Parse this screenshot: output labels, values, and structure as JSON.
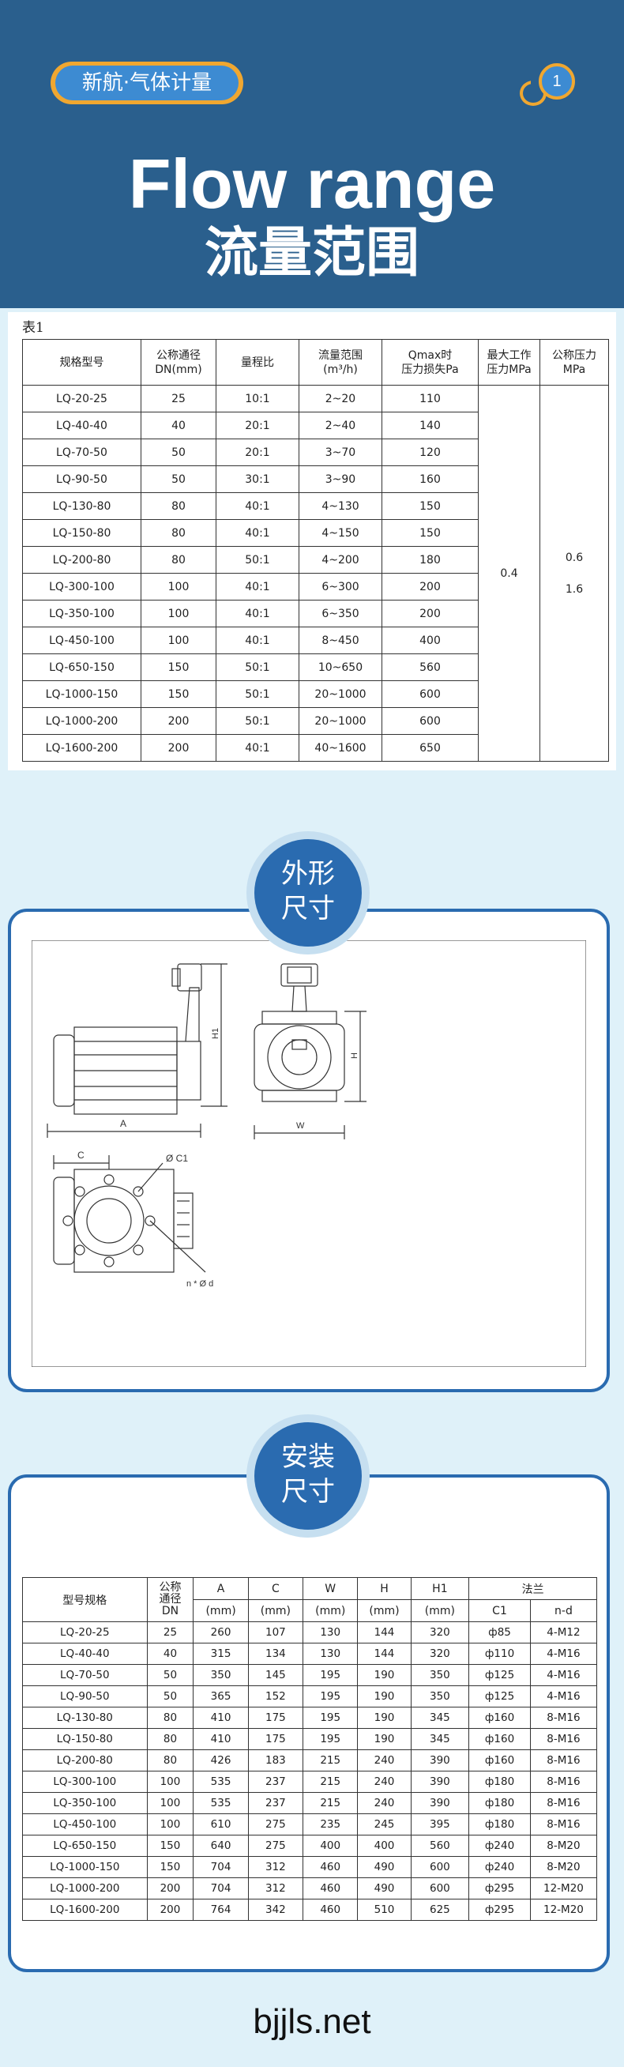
{
  "header": {
    "brand": "新航·气体计量",
    "page_number": "1",
    "title": "Flow range",
    "subtitle": "流量范围"
  },
  "table1": {
    "caption": "表1",
    "headers": [
      "规格型号",
      "公称通径\nDN(mm)",
      "量程比",
      "流量范围\n(m³/h)",
      "Qmax时\n压力损失Pa",
      "最大工作\n压力MPa",
      "公称压力\nMPa"
    ],
    "rows": [
      [
        "LQ-20-25",
        "25",
        "10:1",
        "2~20",
        "110"
      ],
      [
        "LQ-40-40",
        "40",
        "20:1",
        "2~40",
        "140"
      ],
      [
        "LQ-70-50",
        "50",
        "20:1",
        "3~70",
        "120"
      ],
      [
        "LQ-90-50",
        "50",
        "30:1",
        "3~90",
        "160"
      ],
      [
        "LQ-130-80",
        "80",
        "40:1",
        "4~130",
        "150"
      ],
      [
        "LQ-150-80",
        "80",
        "40:1",
        "4~150",
        "150"
      ],
      [
        "LQ-200-80",
        "80",
        "50:1",
        "4~200",
        "180"
      ],
      [
        "LQ-300-100",
        "100",
        "40:1",
        "6~300",
        "200"
      ],
      [
        "LQ-350-100",
        "100",
        "40:1",
        "6~350",
        "200"
      ],
      [
        "LQ-450-100",
        "100",
        "40:1",
        "8~450",
        "400"
      ],
      [
        "LQ-650-150",
        "150",
        "50:1",
        "10~650",
        "560"
      ],
      [
        "LQ-1000-150",
        "150",
        "50:1",
        "20~1000",
        "600"
      ],
      [
        "LQ-1000-200",
        "200",
        "50:1",
        "20~1000",
        "600"
      ],
      [
        "LQ-1600-200",
        "200",
        "40:1",
        "40~1600",
        "650"
      ]
    ],
    "max_pressure": "0.4",
    "nominal_pressure": [
      "0.6",
      "1.6"
    ]
  },
  "section2": {
    "badge": [
      "外形",
      "尺寸"
    ],
    "drawing_labels": {
      "A": "A",
      "H1": "H1",
      "H": "H",
      "W": "W",
      "C": "C",
      "C1": "Ø C1",
      "nd": "n * Ø d"
    }
  },
  "section3": {
    "badge": [
      "安装",
      "尺寸"
    ]
  },
  "table2": {
    "headers": {
      "model": "型号规格",
      "dn": "公称\n通径\nDN",
      "A": "A",
      "C": "C",
      "W": "W",
      "H": "H",
      "H1": "H1",
      "flange": "法兰",
      "unit": "(mm)",
      "c1": "C1",
      "nd": "n-d"
    },
    "rows": [
      [
        "LQ-20-25",
        "25",
        "260",
        "107",
        "130",
        "144",
        "320",
        "ф85",
        "4-M12"
      ],
      [
        "LQ-40-40",
        "40",
        "315",
        "134",
        "130",
        "144",
        "320",
        "ф110",
        "4-M16"
      ],
      [
        "LQ-70-50",
        "50",
        "350",
        "145",
        "195",
        "190",
        "350",
        "ф125",
        "4-M16"
      ],
      [
        "LQ-90-50",
        "50",
        "365",
        "152",
        "195",
        "190",
        "350",
        "ф125",
        "4-M16"
      ],
      [
        "LQ-130-80",
        "80",
        "410",
        "175",
        "195",
        "190",
        "345",
        "ф160",
        "8-M16"
      ],
      [
        "LQ-150-80",
        "80",
        "410",
        "175",
        "195",
        "190",
        "345",
        "ф160",
        "8-M16"
      ],
      [
        "LQ-200-80",
        "80",
        "426",
        "183",
        "215",
        "240",
        "390",
        "ф160",
        "8-M16"
      ],
      [
        "LQ-300-100",
        "100",
        "535",
        "237",
        "215",
        "240",
        "390",
        "ф180",
        "8-M16"
      ],
      [
        "LQ-350-100",
        "100",
        "535",
        "237",
        "215",
        "240",
        "390",
        "ф180",
        "8-M16"
      ],
      [
        "LQ-450-100",
        "100",
        "610",
        "275",
        "235",
        "245",
        "395",
        "ф180",
        "8-M16"
      ],
      [
        "LQ-650-150",
        "150",
        "640",
        "275",
        "400",
        "400",
        "560",
        "ф240",
        "8-M20"
      ],
      [
        "LQ-1000-150",
        "150",
        "704",
        "312",
        "460",
        "490",
        "600",
        "ф240",
        "8-M20"
      ],
      [
        "LQ-1000-200",
        "200",
        "704",
        "312",
        "460",
        "490",
        "600",
        "ф295",
        "12-M20"
      ],
      [
        "LQ-1600-200",
        "200",
        "764",
        "342",
        "460",
        "510",
        "625",
        "ф295",
        "12-M20"
      ]
    ]
  },
  "footer": {
    "site": "bjjls.net"
  },
  "colors": {
    "header_bg": "#2a5f8d",
    "accent": "#f0a730",
    "badge_blue": "#2a6bb0",
    "page_bg": "#dff1f9"
  }
}
